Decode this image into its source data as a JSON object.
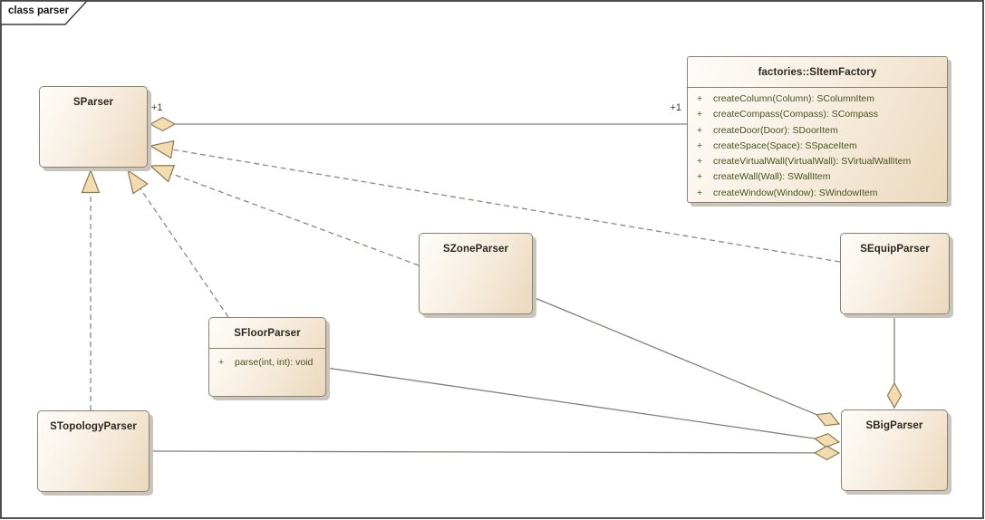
{
  "frame": {
    "title": "class parser"
  },
  "colors": {
    "box_fill_light": "#fefdfb",
    "box_fill_dark": "#ecd8bc",
    "connector_marker_fill": "#f3dcb0",
    "connector_line": "#85817a",
    "method_text": "#46541f",
    "title_text": "#2b2922"
  },
  "connector_labels": {
    "sparser_end": "+1",
    "factory_end": "+1"
  },
  "classes": {
    "sparser": {
      "name": "SParser"
    },
    "sitemfactory": {
      "name": "factories::SItemFactory",
      "methods": [
        {
          "vis": "+",
          "sig": "createColumn(Column): SColumnItem"
        },
        {
          "vis": "+",
          "sig": "createCompass(Compass): SCompass"
        },
        {
          "vis": "+",
          "sig": "createDoor(Door): SDoorItem"
        },
        {
          "vis": "+",
          "sig": "createSpace(Space): SSpaceItem"
        },
        {
          "vis": "+",
          "sig": "createVirtualWall(VirtualWall): SVirtualWallItem"
        },
        {
          "vis": "+",
          "sig": "createWall(Wall): SWallItem"
        },
        {
          "vis": "+",
          "sig": "createWindow(Window): SWindowItem"
        }
      ]
    },
    "szoneparser": {
      "name": "SZoneParser"
    },
    "sequipparser": {
      "name": "SEquipParser"
    },
    "sfloorparser": {
      "name": "SFloorParser",
      "methods": [
        {
          "vis": "+",
          "sig": "parse(int, int): void"
        }
      ]
    },
    "stopologyparser": {
      "name": "STopologyParser"
    },
    "sbigparser": {
      "name": "SBigParser"
    }
  }
}
